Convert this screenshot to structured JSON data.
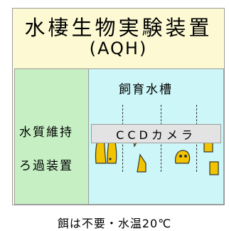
{
  "title": {
    "line1": "水棲生物実験装置",
    "line2": "(AQH)"
  },
  "filtration": {
    "line1": "水質維持",
    "line2": "ろ過装置"
  },
  "tank": {
    "label": "飼育水槽"
  },
  "camera": {
    "label": "CCDカメラ"
  },
  "caption": "餌は不要・水温20℃",
  "colors": {
    "frame_bg": "#fdfad3",
    "filtration_bg": "#c6f0c4",
    "tank_bg": "#ccf6f7",
    "camera_bg": "#e3e3e3",
    "specimen": "#f2c400"
  },
  "specimens": [
    "snail-like",
    "shell-like",
    "fish-like",
    "block-like"
  ]
}
